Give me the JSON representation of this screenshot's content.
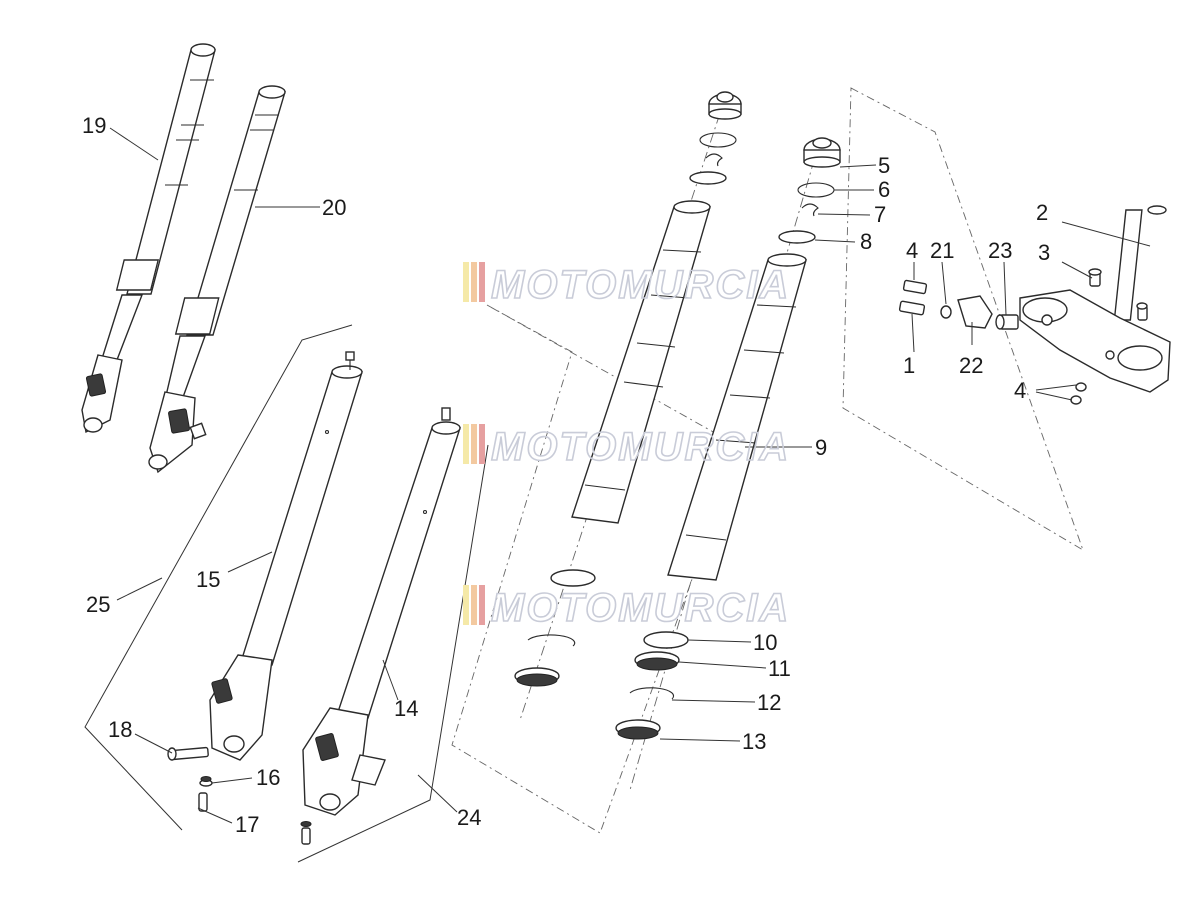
{
  "watermark": {
    "text": "MOTOMURCIA",
    "stripe_colors": [
      "#f5e9a8",
      "#f3c9a0",
      "#e6a0a0"
    ]
  },
  "callouts": {
    "c1": "1",
    "c2": "2",
    "c3": "3",
    "c4a": "4",
    "c4b": "4",
    "c5": "5",
    "c6": "6",
    "c7": "7",
    "c8": "8",
    "c9": "9",
    "c10": "10",
    "c11": "11",
    "c12": "12",
    "c13": "13",
    "c14": "14",
    "c15": "15",
    "c16": "16",
    "c17": "17",
    "c18": "18",
    "c19": "19",
    "c20": "20",
    "c21": "21",
    "c22": "22",
    "c23": "23",
    "c24": "24",
    "c25": "25"
  }
}
